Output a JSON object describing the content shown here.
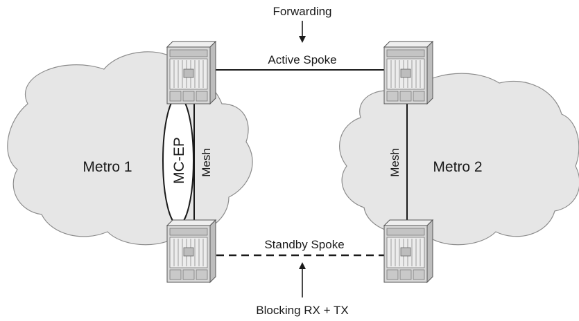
{
  "diagram": {
    "top_annotation": "Forwarding",
    "bottom_annotation": "Blocking RX + TX",
    "active_link_label": "Active Spoke",
    "standby_link_label": "Standby Spoke",
    "left_cloud_label": "Metro 1",
    "right_cloud_label": "Metro 2",
    "left_mesh_label": "Mesh",
    "right_mesh_label": "Mesh",
    "endpoint_label": "MC-EP",
    "colors": {
      "cloud_fill": "#e6e6e6",
      "cloud_stroke": "#8c8c8c",
      "device_fill": "#d9d9d9",
      "line": "#1a1a1a"
    },
    "icons": [
      "router-chassis-icon"
    ]
  }
}
